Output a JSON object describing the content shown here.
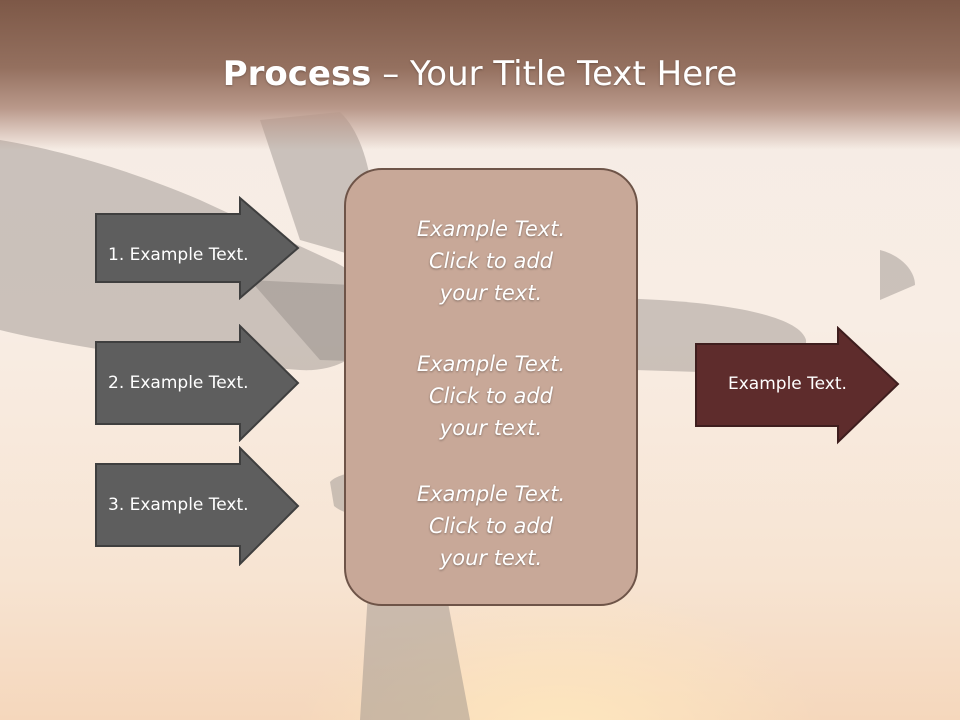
{
  "slide": {
    "title_strong": "Process",
    "title_rest": " – Your Title Text Here",
    "inputs": [
      {
        "label": "1. Example Text."
      },
      {
        "label": "2. Example Text."
      },
      {
        "label": "3. Example Text."
      }
    ],
    "center_blocks": [
      {
        "lines": [
          "Example Text.",
          "Click  to add",
          "your text."
        ]
      },
      {
        "lines": [
          "Example Text.",
          "Click  to add",
          "your text."
        ]
      },
      {
        "lines": [
          "Example Text.",
          "Click  to add",
          "your text."
        ]
      }
    ],
    "output": {
      "label": "Example Text."
    }
  },
  "colors": {
    "input_arrow_fill": "#5e5e5e",
    "input_arrow_stroke": "#3f3f3f",
    "output_arrow_fill": "#5e2c2c",
    "output_arrow_stroke": "#3f1e1e",
    "center_box_fill": "#c8a898",
    "title_band": "#7d5847"
  },
  "background": {
    "image": "airplane-silhouette",
    "icon": "airplane-icon"
  }
}
